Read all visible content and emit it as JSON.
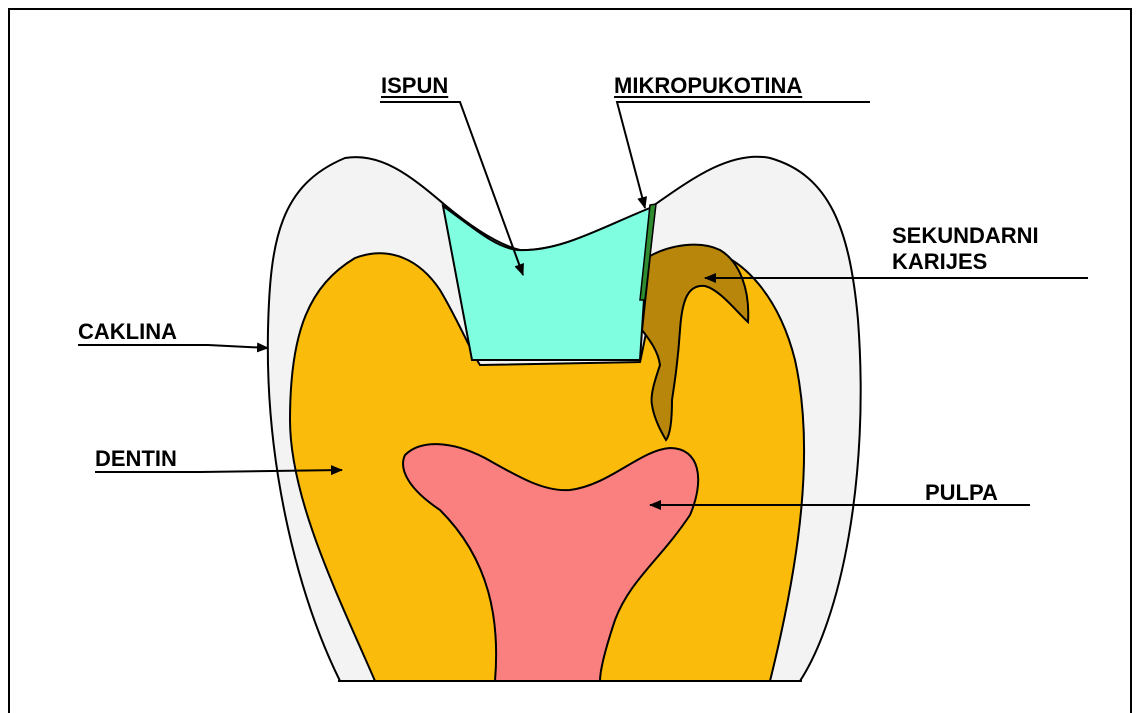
{
  "labels": {
    "ispun": "ISPUN",
    "mikropukotina": "MIKROPUKOTINA",
    "sekundarni": "SEKUNDARNI",
    "karijes": "KARIJES",
    "caklina": "CAKLINA",
    "dentin": "DENTIN",
    "pulpa": "PULPA"
  },
  "colors": {
    "enamel": "#f3f3f3",
    "dentin": "#fbbb0a",
    "filling": "#7fffe0",
    "microcrack": "#2e8b2e",
    "secondary_caries": "#b8860b",
    "pulp": "#fa8080",
    "outline": "#000000"
  }
}
